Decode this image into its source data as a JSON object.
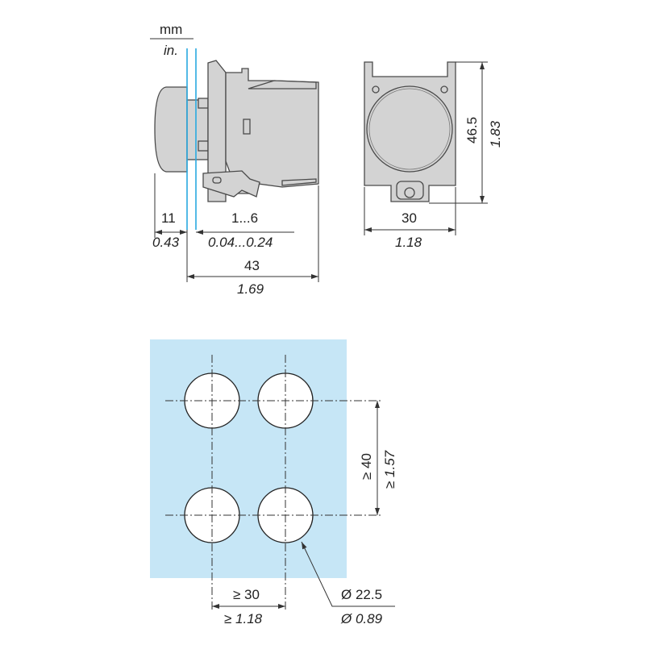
{
  "units": {
    "primary": "mm",
    "secondary": "in."
  },
  "side_view": {
    "cap_depth": {
      "mm": "11",
      "in": "0.43"
    },
    "panel_thickness": {
      "mm": "1...6",
      "in": "0.04...0.24"
    },
    "total_depth": {
      "mm": "43",
      "in": "1.69"
    }
  },
  "front_view": {
    "height": {
      "mm": "46.5",
      "in": "1.83"
    },
    "width": {
      "mm": "30",
      "in": "1.18"
    }
  },
  "panel_cutout": {
    "vertical_spacing": {
      "mm": "≥ 40",
      "in": "≥ 1.57"
    },
    "horizontal_spacing": {
      "mm": "≥ 30",
      "in": "≥ 1.18"
    },
    "hole_diameter": {
      "mm": "Ø 22.5",
      "in": "Ø 0.89"
    }
  },
  "colors": {
    "panel": "#c6e6f6",
    "panel_line": "#29a9e0",
    "part": "#d3d3d3"
  }
}
